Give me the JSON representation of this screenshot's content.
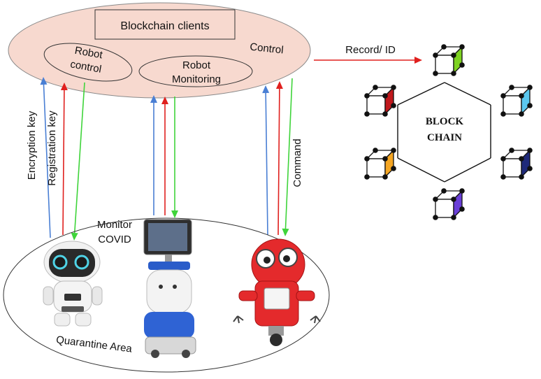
{
  "top": {
    "clients_label": "Blockchain clients",
    "robot_control": [
      "Robot",
      "control"
    ],
    "robot_monitoring": [
      "Robot",
      "Monitoring"
    ],
    "control_label": "Control"
  },
  "link": {
    "record_label": "Record/ ID"
  },
  "blockchain": {
    "title": [
      "BLOCK",
      "CHAIN"
    ],
    "cube_colors": [
      "#7ed321",
      "#5bc8f0",
      "#1f2a7a",
      "#6a3fd8",
      "#f5a623",
      "#c0181c"
    ]
  },
  "arrows": {
    "encryption_key": "Encryption key",
    "registration_key": "Registration key",
    "command": "Command",
    "colors": {
      "encryption": "#4a7fd4",
      "registration": "#e0201e",
      "command": "#3fd43a"
    }
  },
  "bottom": {
    "monitor_label": [
      "Monitor",
      "COVID"
    ],
    "area_label": "Quarantine Area"
  }
}
